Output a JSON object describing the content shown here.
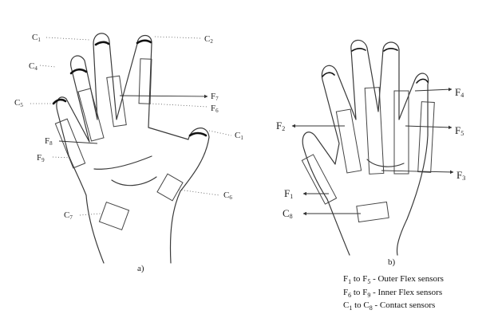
{
  "panel_a": {
    "caption": "a)",
    "labels": {
      "c1_top": {
        "base": "C",
        "sub": "1"
      },
      "c2": {
        "base": "C",
        "sub": "2"
      },
      "c4": {
        "base": "C",
        "sub": "4"
      },
      "c5": {
        "base": "C",
        "sub": "5"
      },
      "f7": {
        "base": "F",
        "sub": "7"
      },
      "f6": {
        "base": "F",
        "sub": "6"
      },
      "c1_thumb": {
        "base": "C",
        "sub": "1"
      },
      "f8": {
        "base": "F",
        "sub": "8"
      },
      "f9": {
        "base": "F",
        "sub": "9"
      },
      "c6": {
        "base": "C",
        "sub": "6"
      },
      "c7": {
        "base": "C",
        "sub": "7"
      }
    }
  },
  "panel_b": {
    "caption": "b)",
    "labels": {
      "f4": {
        "base": "F",
        "sub": "4"
      },
      "f2": {
        "base": "F",
        "sub": "2"
      },
      "f5": {
        "base": "F",
        "sub": "5"
      },
      "f3": {
        "base": "F",
        "sub": "3"
      },
      "f1": {
        "base": "F",
        "sub": "1"
      },
      "c8": {
        "base": "C",
        "sub": "8"
      }
    }
  },
  "legend": [
    {
      "from": "F",
      "from_sub": "1",
      "to": "F",
      "to_sub": "5",
      "desc": "- Outer Flex sensors"
    },
    {
      "from": "F",
      "from_sub": "6",
      "to": "F",
      "to_sub": "9",
      "desc": "- Inner Flex sensors"
    },
    {
      "from": "C",
      "from_sub": "1",
      "to": "C",
      "to_sub": "8",
      "desc": "- Contact sensors"
    }
  ],
  "legend_joiner": "to"
}
